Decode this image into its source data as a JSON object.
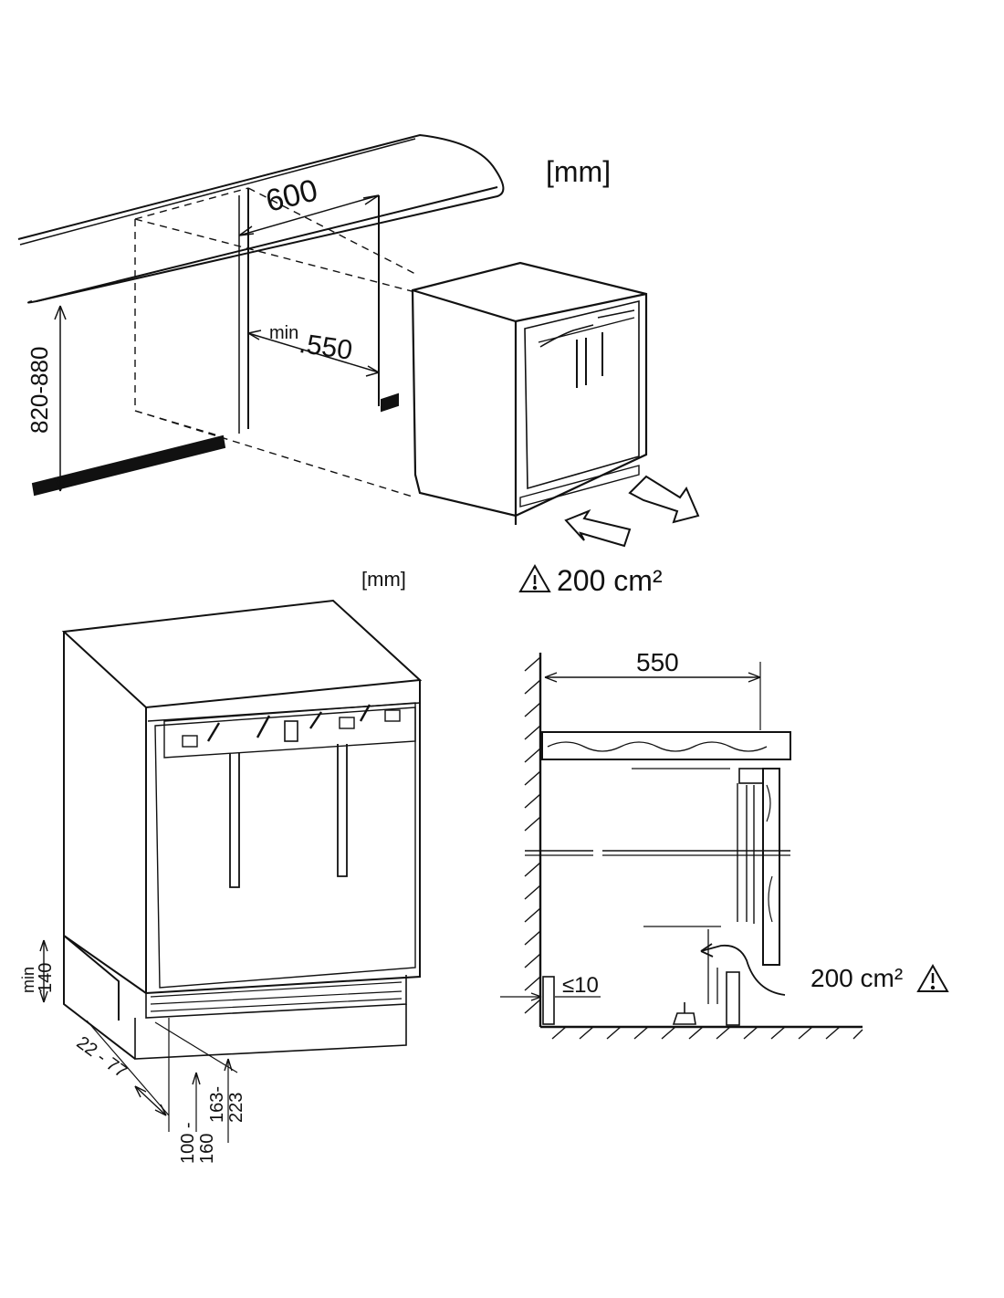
{
  "top_view": {
    "unit_label": "[mm]",
    "dim_width": "600",
    "dim_depth_prefix": "min",
    "dim_depth": ".550",
    "dim_height": "820-880",
    "vent_area": "200 cm²"
  },
  "front_view": {
    "unit_label": "[mm]",
    "dim_plinth_min": "min",
    "dim_plinth": "140",
    "dim_recess": "22 - 77",
    "dim_plinth_height": "100 -\n160",
    "dim_vent_height": "163-\n223"
  },
  "section_view": {
    "dim_depth": "550",
    "dim_gap": "≤10",
    "vent_area": "200 cm²"
  },
  "icons": {
    "warning": "warning-triangle-icon",
    "airflow": "airflow-arrow-icon"
  },
  "colors": {
    "ink": "#111111",
    "background": "#ffffff"
  }
}
